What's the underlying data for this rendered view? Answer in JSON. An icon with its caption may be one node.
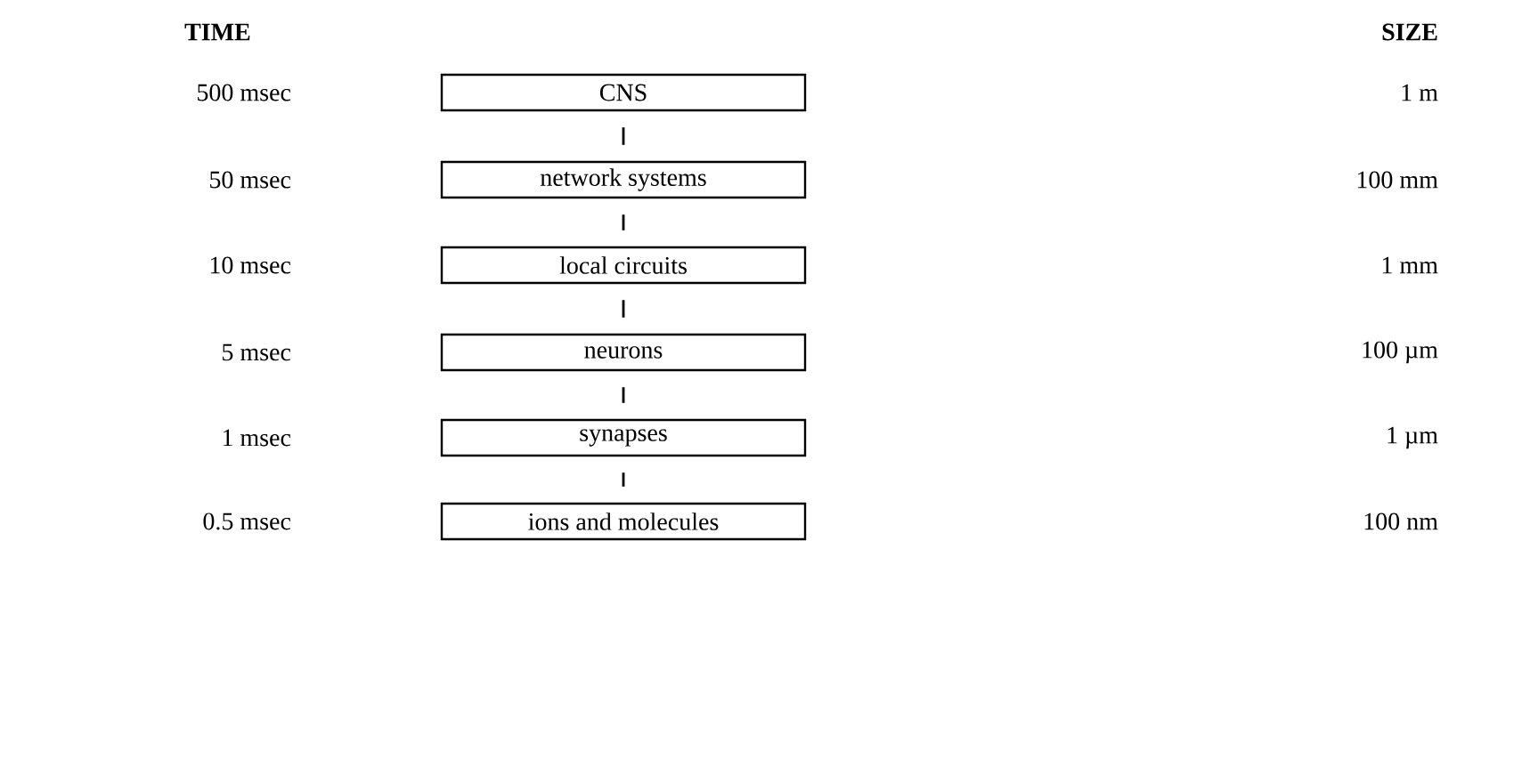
{
  "diagram": {
    "nodes": [
      {
        "text": [
          "CNS"
        ]
      },
      {
        "text": [
          "network systems"
        ]
      },
      {
        "text": [
          "local circuits"
        ]
      },
      {
        "text": [
          "neurons"
        ]
      },
      {
        "text": [
          "synapses"
        ]
      },
      {
        "text": [
          "ions and molecules"
        ]
      }
    ],
    "edges": [
      {
        "from": 0,
        "to": 1,
        "arrow": "none"
      },
      {
        "from": 1,
        "to": 2,
        "arrow": "none"
      },
      {
        "from": 2,
        "to": 3,
        "arrow": "none"
      },
      {
        "from": 3,
        "to": 4,
        "arrow": "none"
      },
      {
        "from": 4,
        "to": 5,
        "arrow": "none"
      }
    ],
    "labels": [
      "TIME",
      "SIZE",
      "500 msec",
      "1 m",
      "50 msec",
      "100 mm",
      "10 msec",
      "1 mm",
      "5 msec",
      "100 µm",
      "1 msec",
      "1 µm",
      "0.5 msec",
      "100 nm"
    ]
  }
}
